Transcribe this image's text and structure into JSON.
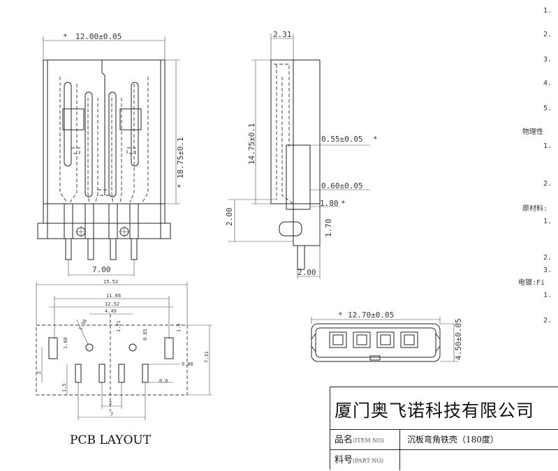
{
  "top_view": {
    "width_dim": "12.00±0.05",
    "height_dim": "18.75±0.1",
    "lead_pitch_dim": "7.00"
  },
  "side_view": {
    "thickness_dim": "2.31",
    "body_length_dim": "14.75±0.1",
    "dim_055": "0.55±0.05",
    "dim_060": "0.60±0.05",
    "dim_180": "1.80",
    "dim_170": "1.70",
    "dim_200_left": "2.00",
    "dim_200_bottom": "2.00"
  },
  "front_view": {
    "width_dim": "12.70±0.05",
    "height_dim": "4.50±0.05"
  },
  "pcb": {
    "caption": "PCB LAYOUT",
    "dims": {
      "d1552": "15.52",
      "d1166": "11.66",
      "d1252": "12.52",
      "d449": "4.49",
      "d171": "1.71",
      "d160": "1.60",
      "d130": "1.30",
      "d065": "0.65",
      "d15a": "1.5",
      "d731": "7.31",
      "d086": "0.86",
      "d06": "0.6",
      "d2a": "2",
      "d15b": "1.5",
      "d2b": "2",
      "d7": "7"
    }
  },
  "star": "*",
  "notes": {
    "n1": "1.",
    "n2": "2.",
    "n3": "3.",
    "n4": "4.",
    "n5": "5.",
    "physical": "物理性",
    "p1": "1.",
    "p2": "2.",
    "materials": "原材料:",
    "m1": "1.",
    "m2": "2.",
    "m3": "3.",
    "plating": "电镀:Fi",
    "e1": "1.",
    "e2": "2."
  },
  "title_block": {
    "company": "厦门奥飞诺科技有限公司",
    "item_label": "品名",
    "item_label_en": "(ITEM NO)",
    "item_value": "沉板弯角铁壳（180度）",
    "part_label": "料号",
    "part_label_en": "(PART NO)",
    "part_value": ""
  }
}
